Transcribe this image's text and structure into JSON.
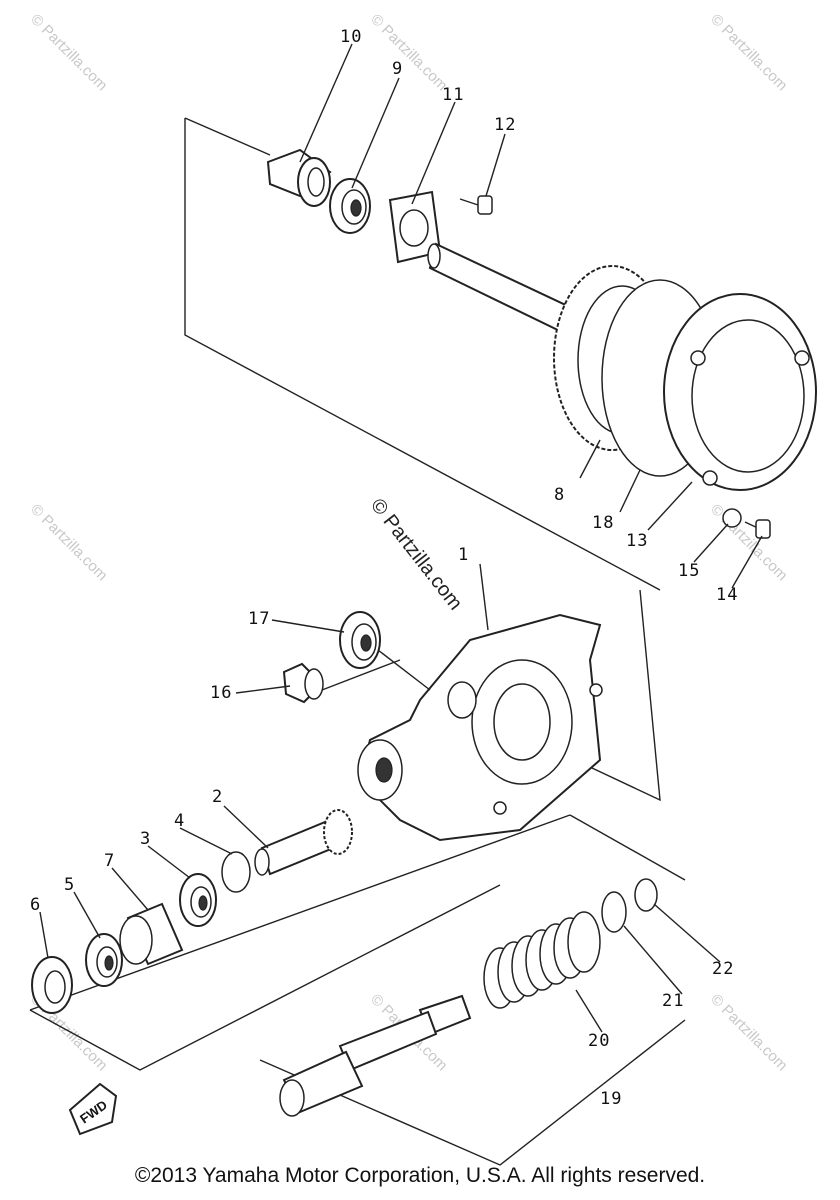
{
  "watermarks": {
    "site": "© Partzilla.com",
    "center": "© Partzilla.com"
  },
  "fwd_label": "FWD",
  "part_labels": {
    "p1": "1",
    "p2": "2",
    "p3": "3",
    "p4": "4",
    "p5": "5",
    "p6": "6",
    "p7": "7",
    "p8": "8",
    "p9": "9",
    "p10": "10",
    "p11": "11",
    "p12": "12",
    "p13": "13",
    "p14": "14",
    "p15": "15",
    "p16": "16",
    "p17": "17",
    "p18": "18",
    "p19": "19",
    "p20": "20",
    "p21": "21",
    "p22": "22"
  },
  "copyright": "©2013 Yamaha Motor Corporation, U.S.A. All rights reserved."
}
